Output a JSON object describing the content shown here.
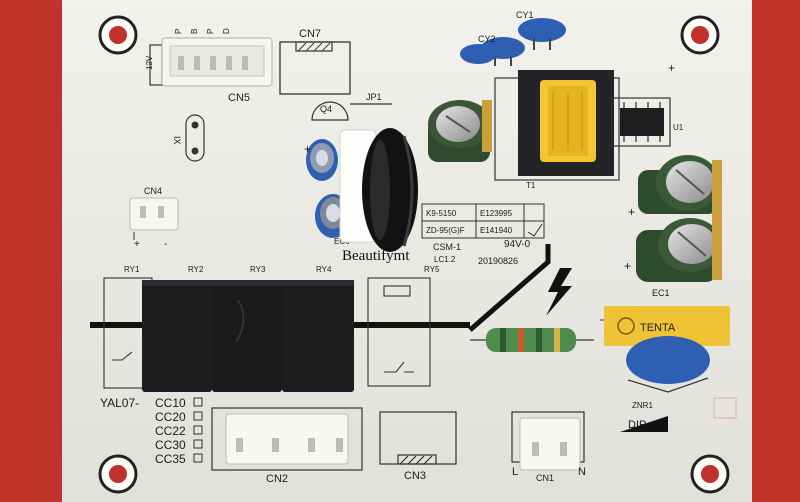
{
  "colors": {
    "background": "#c0322a",
    "board": "#ecebe6",
    "relay": "#1d1d1f",
    "capacitor_blue": "#2f5fb3",
    "fuse_yellow": "#f0c235",
    "electrolytic": "#2f4a2e",
    "resistor_green": "#4f8a4f"
  },
  "connectors": {
    "cn5": "CN5",
    "cn5_pins": [
      "12V",
      "P",
      "B",
      "P",
      "D"
    ],
    "cn7": "CN7",
    "cn4": "CN4",
    "cn2": "CN2",
    "cn3": "CN3",
    "cn1_pins": [
      "L",
      "CN1",
      "N"
    ]
  },
  "components": {
    "q4": "Q4",
    "jp1": "JP1",
    "ix": "IX",
    "cy1": "CY1",
    "cy2": "CY2",
    "u1": "U1",
    "t1": "T1",
    "ec1": "EC1",
    "ec6": "EC6",
    "znr1": "ZNR1",
    "fuse_brand": "TENTA",
    "lc": "LC1.2"
  },
  "relays": [
    "RY1",
    "RY2",
    "RY3",
    "RY4",
    "RY5"
  ],
  "certification": {
    "rows": [
      [
        "K9-5150",
        "E123995"
      ],
      [
        "ZD-95(G)F",
        "E141940"
      ]
    ],
    "model": "CSM-1",
    "rating": "94V-0",
    "date": "20190826",
    "watermark": "Beautifymt"
  },
  "model_options": {
    "label": "YAL07-",
    "codes": [
      "CC10",
      "CC20",
      "CC22",
      "CC30",
      "CC35"
    ]
  },
  "marks": {
    "dip": "DIP",
    "plus": "+",
    "minus": "-"
  }
}
